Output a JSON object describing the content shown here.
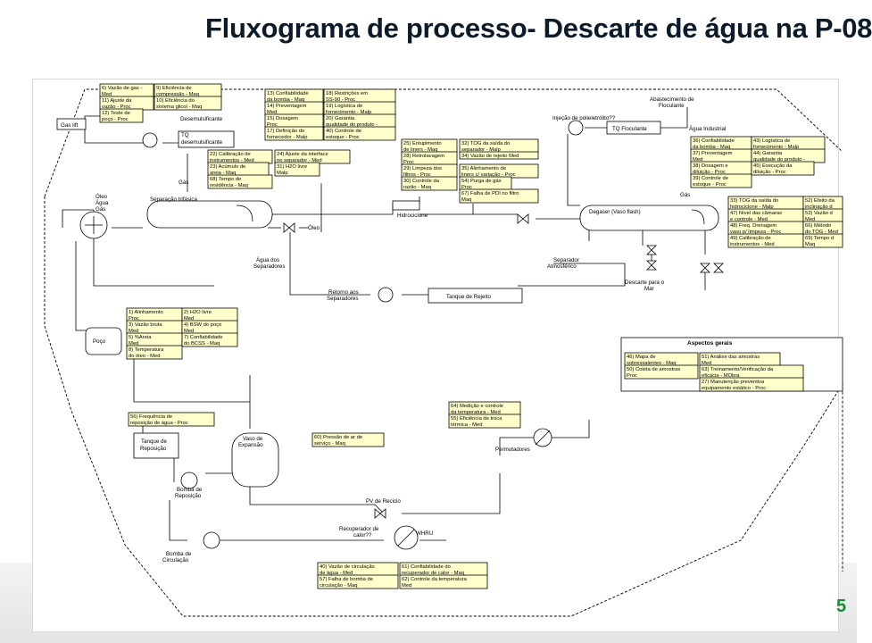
{
  "title": "Fluxograma de processo- Descarte de água na P-08",
  "page_mark": "5",
  "labels": {
    "gas_lift": "Gas lift",
    "desemulsificante": "Desemulsificante",
    "tq_desemulsificante_1": "TQ",
    "tq_desemulsificante_2": "desemulsificante",
    "oleo_agua_gas_1": "Óleo",
    "oleo_agua_gas_2": "Água",
    "oleo_agua_gas_3": "Gás",
    "gas_1": "Gás",
    "separacao_trifasica": "Separação trifásica",
    "oleo": "Óleo",
    "hidrociclone": "Hidrociclone",
    "injecao_polieletrolito": "Injeção de polieletrólito??",
    "abastecimento_1": "Abastecimento de",
    "abastecimento_2": "Floculante",
    "tq_floculante": "TQ Floculante",
    "agua_industrial": "Água Industrial",
    "gas_2": "Gás",
    "degaser": "Degaser (Vaso flash)",
    "agua_separadores_1": "Água dos",
    "agua_separadores_2": "Separadores",
    "separador_atm_1": "Separador",
    "separador_atm_2": "Atmosférico",
    "descarte_mar_1": "Descarte para o",
    "descarte_mar_2": "Mar",
    "retorno_1": "Retorno aos",
    "retorno_2": "Separadores",
    "tanque_rejeito": "Tanque de Rejeito",
    "poco": "Poço",
    "aspectos_gerais": "Aspectos gerais",
    "tanque_reposicao_1": "Tanque de",
    "tanque_reposicao_2": "Reposição",
    "vaso_expansao_1": "Vaso de",
    "vaso_expansao_2": "Expansão",
    "permutadores": "Permutadores",
    "bomba_reposicao_1": "Bomba de",
    "bomba_reposicao_2": "Reposição",
    "pv_recicio": "PV de Recicio",
    "recuperador_1": "Recuperador de",
    "recuperador_2": "calor??",
    "whru": "WHRU",
    "bomba_circulacao_1": "Bomba de",
    "bomba_circulacao_2": "Circulação"
  },
  "boxes": [
    {
      "id": "b6",
      "lines": [
        "6) Vazão de gas -",
        "Med"
      ]
    },
    {
      "id": "b9",
      "lines": [
        "9) Eficiência de",
        "compressão - Maq"
      ]
    },
    {
      "id": "b11",
      "lines": [
        "11) Ajuste da",
        "vazão - Proc"
      ]
    },
    {
      "id": "b10",
      "lines": [
        "10) Eficiência do",
        "sistema glicol - Maq"
      ]
    },
    {
      "id": "b12",
      "lines": [
        "12) Teste de",
        "poço - Proc"
      ]
    },
    {
      "id": "b13",
      "lines": [
        "13) Confiabilidade",
        "da bomba - Maq"
      ]
    },
    {
      "id": "b18",
      "lines": [
        "18) Restrições em",
        "SS-90 - Proc"
      ]
    },
    {
      "id": "b14",
      "lines": [
        "14) Preventagem",
        "Med"
      ]
    },
    {
      "id": "b19",
      "lines": [
        "19) Logística de",
        "fornecimento - Malp"
      ]
    },
    {
      "id": "b15",
      "lines": [
        "15) Dosagem",
        "Proc"
      ]
    },
    {
      "id": "b20",
      "lines": [
        "20) Garantia",
        "qualidade do produto -"
      ]
    },
    {
      "id": "b17",
      "lines": [
        "17) Definição do",
        "fornecedor - Malp"
      ]
    },
    {
      "id": "b40",
      "lines": [
        "40) Controle de",
        "estoque - Proc"
      ]
    },
    {
      "id": "b22",
      "lines": [
        "22) Calibração de",
        "instrumentos - Med"
      ]
    },
    {
      "id": "b24",
      "lines": [
        "24) Ajuste da interface",
        "no separador - Med"
      ]
    },
    {
      "id": "b23",
      "lines": [
        "23) Acúmulo de",
        "areia - Maq"
      ]
    },
    {
      "id": "b31",
      "lines": [
        "31) H2O livre",
        "Malp"
      ]
    },
    {
      "id": "b68",
      "lines": [
        "68) Tempo de",
        "residência - Maq"
      ]
    },
    {
      "id": "b25",
      "lines": [
        "25) Entupimento",
        "de liners - Maq"
      ]
    },
    {
      "id": "b32",
      "lines": [
        "32) TOG da saída do",
        "separador - Malp"
      ]
    },
    {
      "id": "b28",
      "lines": [
        "28) Retrolavagem",
        "Proc"
      ]
    },
    {
      "id": "b34",
      "lines": [
        "34) Vazão de rejeito  Med"
      ]
    },
    {
      "id": "b29",
      "lines": [
        "29) Limpeza dos",
        "filtros - Proc"
      ]
    },
    {
      "id": "b35",
      "lines": [
        "35) Alinhamento de",
        "liners c/ variação - Proc"
      ]
    },
    {
      "id": "b30",
      "lines": [
        "30) Controle da",
        "razão - Maq"
      ]
    },
    {
      "id": "b54",
      "lines": [
        "54) Purga de gás",
        "Proc"
      ]
    },
    {
      "id": "b67",
      "lines": [
        "67) Falha de PDI no filtro",
        "Maq"
      ]
    },
    {
      "id": "b36",
      "lines": [
        "36) Confiabilidade",
        "da bomba - Maq"
      ]
    },
    {
      "id": "b43",
      "lines": [
        "43) Logística de",
        "fornecimento - Malp"
      ]
    },
    {
      "id": "b37",
      "lines": [
        "37) Preventagem",
        "Med"
      ]
    },
    {
      "id": "b44",
      "lines": [
        "44) Garantia",
        "qualidade do produto -"
      ]
    },
    {
      "id": "b38",
      "lines": [
        "38) Dosagem e",
        "diluição - Proc"
      ]
    },
    {
      "id": "b45",
      "lines": [
        "45) Execução da",
        "diluição - Proc"
      ]
    },
    {
      "id": "b39",
      "lines": [
        "39) Controle de",
        "estoque - Proc"
      ]
    },
    {
      "id": "b33",
      "lines": [
        "33) TOG da saída do",
        "hidrociclone - Malp"
      ]
    },
    {
      "id": "b52",
      "lines": [
        "52) Efeito da",
        "inclinação d"
      ]
    },
    {
      "id": "b47",
      "lines": [
        "47) Nível das câmaras",
        "e controle - Med"
      ]
    },
    {
      "id": "b53",
      "lines": [
        "53) Vazão d",
        "Med"
      ]
    },
    {
      "id": "b48",
      "lines": [
        "48) Freq. Drenagem",
        "vaso p/ limpeza - Proc"
      ]
    },
    {
      "id": "b66",
      "lines": [
        "66) Método",
        "do TOG - Med"
      ]
    },
    {
      "id": "b49",
      "lines": [
        "49) Calibração de",
        "instrumentos - Med"
      ]
    },
    {
      "id": "b69",
      "lines": [
        "69) Tempo d",
        "Maq"
      ]
    },
    {
      "id": "b1",
      "lines": [
        "1) Alinhamento",
        "Proc"
      ]
    },
    {
      "id": "b2",
      "lines": [
        "2) H2O livre",
        "Med"
      ]
    },
    {
      "id": "b3",
      "lines": [
        "3) Vazão bruta",
        "Med"
      ]
    },
    {
      "id": "b4",
      "lines": [
        "4) BSW do poço",
        "Med"
      ]
    },
    {
      "id": "b5",
      "lines": [
        "5) %Areia",
        "Med"
      ]
    },
    {
      "id": "b7",
      "lines": [
        "7) Confiabilidade",
        "do BCSS - Maq"
      ]
    },
    {
      "id": "b8",
      "lines": [
        "8) Temperatura",
        "do óleo - Med"
      ]
    },
    {
      "id": "b46",
      "lines": [
        "46) Mapa de",
        "sobressalentes - Maq"
      ]
    },
    {
      "id": "b51",
      "lines": [
        "51) Análise das amostras",
        "Med"
      ]
    },
    {
      "id": "b50",
      "lines": [
        "50) Coleta de amostras",
        "Proc"
      ]
    },
    {
      "id": "b63",
      "lines": [
        "63) Treinamento/Verificação da",
        "eficácia - MObra"
      ]
    },
    {
      "id": "b27",
      "lines": [
        "27) Manutenção preventiva",
        "equipamento estático - Proc"
      ]
    },
    {
      "id": "b64",
      "lines": [
        "64) Medição e controle",
        "da temperatura - Med"
      ]
    },
    {
      "id": "b55",
      "lines": [
        "55) Eficiência de troca",
        "térmica - Med"
      ]
    },
    {
      "id": "b56",
      "lines": [
        "56) Frequência de",
        "reposição de água - Proc"
      ]
    },
    {
      "id": "b60",
      "lines": [
        "60) Pressão de ar de",
        "serviço - Maq"
      ]
    },
    {
      "id": "b40b",
      "lines": [
        "40) Vazão de circulação",
        "de água - Med"
      ]
    },
    {
      "id": "b61",
      "lines": [
        "61) Confiabilidade do",
        "recuperador de calor - Maq"
      ]
    },
    {
      "id": "b57",
      "lines": [
        "57) Falha de bomba de",
        "circulação - Maq"
      ]
    },
    {
      "id": "b62",
      "lines": [
        "62) Controle da temperatura",
        "Med"
      ]
    }
  ]
}
